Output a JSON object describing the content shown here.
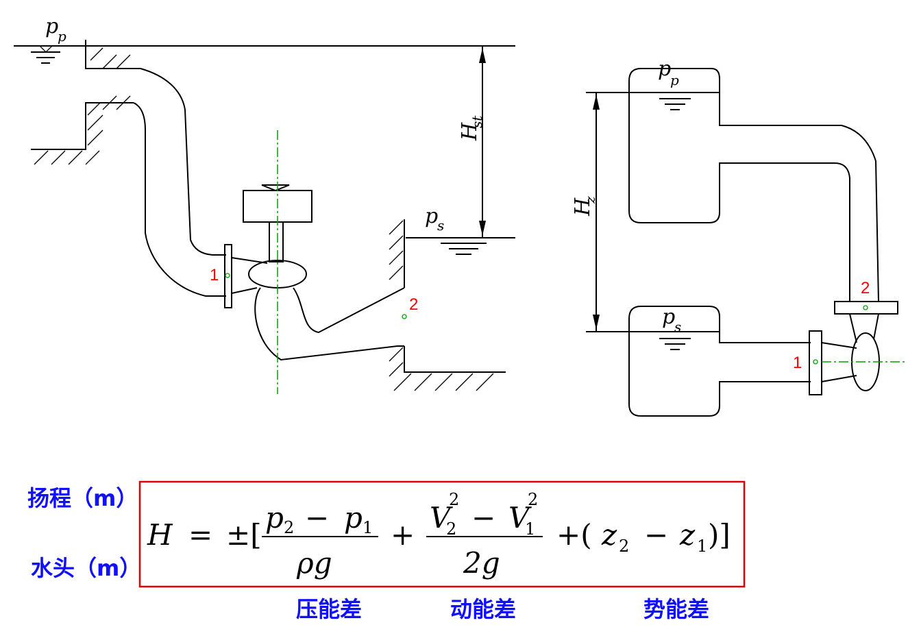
{
  "left_diagram": {
    "pp_label": "p",
    "pp_sub": "p",
    "ps_label": "p",
    "ps_sub": "s",
    "hst_label": "H",
    "hst_sub": "st",
    "point1": "1",
    "point2": "2"
  },
  "right_diagram": {
    "pp_label": "p",
    "pp_sub": "p",
    "ps_label": "p",
    "ps_sub": "s",
    "hz_label": "H",
    "hz_sub": "z",
    "point1": "1",
    "point2": "2"
  },
  "side_labels": {
    "head_lift": "扬程（m）",
    "head_water": "水头（m）"
  },
  "formula": {
    "H": "H",
    "eq": "=",
    "pm": "±[",
    "p2": "p",
    "p2_sub": "2",
    "minus1": "−",
    "p1": "p",
    "p1_sub": "1",
    "rhog": "ρg",
    "plus1": "+",
    "v2": "V",
    "v2_sub": "2",
    "v2_sup": "2",
    "minus2": "−",
    "v1": "V",
    "v1_sub": "1",
    "v1_sup": "2",
    "twog": "2g",
    "plus2": "+(",
    "z2": "z",
    "z2_sub": "2",
    "minus3": "−",
    "z1": "z",
    "z1_sub": "1",
    "close": ")]"
  },
  "term_labels": {
    "pressure": "压能差",
    "kinetic": "动能差",
    "potential": "势能差"
  },
  "colors": {
    "cjk_text": "#1010ff",
    "box_border": "#e00000",
    "point_label": "#ff0000",
    "centerline": "#00a000"
  }
}
